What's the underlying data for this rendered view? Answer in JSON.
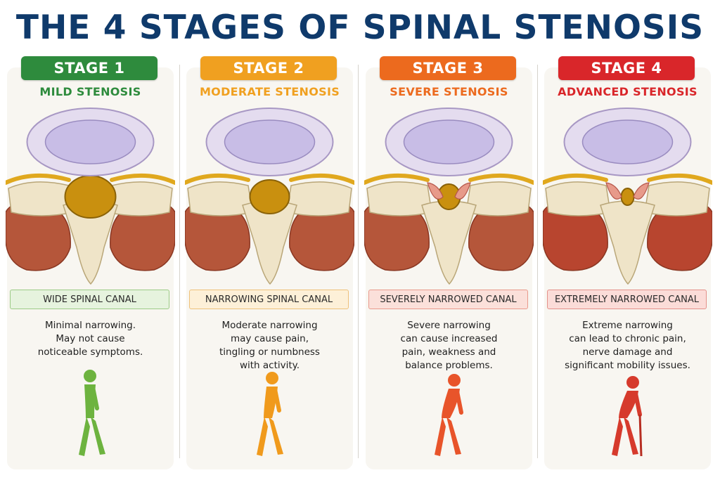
{
  "title": "THE 4 STAGES OF SPINAL STENOSIS",
  "stages": [
    {
      "pill": "STAGE 1",
      "subtitle": "MILD STENOSIS",
      "color": "#2e8b3d",
      "canal_label": "WIDE SPINAL CANAL",
      "label_bg": "#e6f3de",
      "label_border": "#9ccb86",
      "desc": [
        "Minimal narrowing.",
        "May not cause",
        "noticeable symptoms."
      ],
      "figure_color": "#6db33f",
      "figure_icon": "walking-person-icon"
    },
    {
      "pill": "STAGE 2",
      "subtitle": "MODERATE STENOSIS",
      "color": "#f0a020",
      "canal_label": "NARROWING SPINAL CANAL",
      "label_bg": "#fdf0d8",
      "label_border": "#eec17a",
      "desc": [
        "Moderate narrowing",
        "may cause pain,",
        "tingling or numbness",
        "with activity."
      ],
      "figure_color": "#f09a1c",
      "figure_icon": "slightly-hunched-person-icon"
    },
    {
      "pill": "STAGE 3",
      "subtitle": "SEVERE STENOSIS",
      "color": "#ec6a1e",
      "canal_label": "SEVERELY NARROWED CANAL",
      "label_bg": "#fbe0da",
      "label_border": "#e99a8c",
      "desc": [
        "Severe narrowing",
        "can cause increased",
        "pain, weakness and",
        "balance problems."
      ],
      "figure_color": "#e8542a",
      "figure_icon": "hunched-person-icon"
    },
    {
      "pill": "STAGE 4",
      "subtitle": "ADVANCED STENOSIS",
      "color": "#d9262a",
      "canal_label": "EXTREMELY NARROWED CANAL",
      "label_bg": "#fbdcd8",
      "label_border": "#e4918a",
      "desc": [
        "Extreme narrowing",
        "can lead to chronic pain,",
        "nerve damage and",
        "significant mobility issues."
      ],
      "figure_color": "#d63a2c",
      "figure_icon": "person-with-cane-icon"
    }
  ]
}
